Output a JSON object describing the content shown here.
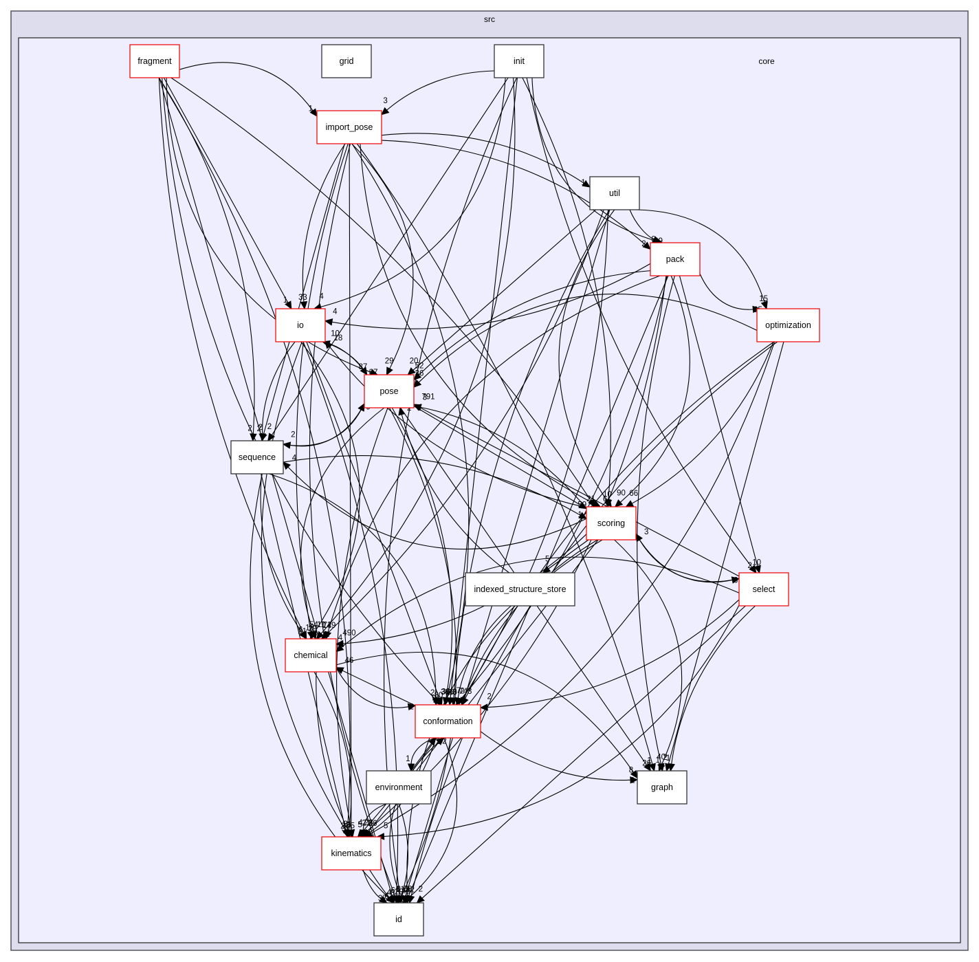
{
  "clusters": {
    "outer_label": "src",
    "inner_label": "core"
  },
  "nodes": [
    {
      "id": "fragment",
      "label": "fragment",
      "has_subdirs": true
    },
    {
      "id": "grid",
      "label": "grid",
      "has_subdirs": false
    },
    {
      "id": "init",
      "label": "init",
      "has_subdirs": false
    },
    {
      "id": "import_pose",
      "label": "import_pose",
      "has_subdirs": true
    },
    {
      "id": "util",
      "label": "util",
      "has_subdirs": false
    },
    {
      "id": "pack",
      "label": "pack",
      "has_subdirs": true
    },
    {
      "id": "optimization",
      "label": "optimization",
      "has_subdirs": true
    },
    {
      "id": "io",
      "label": "io",
      "has_subdirs": true
    },
    {
      "id": "pose",
      "label": "pose",
      "has_subdirs": true
    },
    {
      "id": "sequence",
      "label": "sequence",
      "has_subdirs": false
    },
    {
      "id": "scoring",
      "label": "scoring",
      "has_subdirs": true
    },
    {
      "id": "indexed_structure_store",
      "label": "indexed_structure_store",
      "has_subdirs": false
    },
    {
      "id": "select",
      "label": "select",
      "has_subdirs": true
    },
    {
      "id": "chemical",
      "label": "chemical",
      "has_subdirs": true
    },
    {
      "id": "conformation",
      "label": "conformation",
      "has_subdirs": true
    },
    {
      "id": "environment",
      "label": "environment",
      "has_subdirs": false
    },
    {
      "id": "graph",
      "label": "graph",
      "has_subdirs": false
    },
    {
      "id": "kinematics",
      "label": "kinematics",
      "has_subdirs": true
    },
    {
      "id": "id",
      "label": "id",
      "has_subdirs": false
    }
  ],
  "edges": [
    {
      "from": "fragment",
      "to": "import_pose",
      "label": "1"
    },
    {
      "from": "fragment",
      "to": "io",
      "label": "1"
    },
    {
      "from": "fragment",
      "to": "pose",
      "label": "87"
    },
    {
      "from": "fragment",
      "to": "sequence",
      "label": "2"
    },
    {
      "from": "fragment",
      "to": "chemical",
      "label": "6"
    },
    {
      "from": "fragment",
      "to": "kinematics",
      "label": "1"
    },
    {
      "from": "fragment",
      "to": "id",
      "label": "4"
    },
    {
      "from": "fragment",
      "to": "conformation",
      "label": "9"
    },
    {
      "from": "fragment",
      "to": "scoring",
      "label": "21"
    },
    {
      "from": "init",
      "to": "import_pose",
      "label": "3"
    },
    {
      "from": "init",
      "to": "io",
      "label": "4"
    },
    {
      "from": "init",
      "to": "sequence",
      "label": "2"
    },
    {
      "from": "init",
      "to": "pack",
      "label": "29"
    },
    {
      "from": "init",
      "to": "scoring",
      "label": "10"
    },
    {
      "from": "init",
      "to": "select",
      "label": "2"
    },
    {
      "from": "init",
      "to": "chemical",
      "label": "11"
    },
    {
      "from": "init",
      "to": "conformation",
      "label": "16"
    },
    {
      "from": "init",
      "to": "id",
      "label": "29"
    },
    {
      "from": "import_pose",
      "to": "util",
      "label": "1"
    },
    {
      "from": "import_pose",
      "to": "io",
      "label": "33"
    },
    {
      "from": "import_pose",
      "to": "pose",
      "label": "29"
    },
    {
      "from": "import_pose",
      "to": "sequence",
      "label": "2"
    },
    {
      "from": "import_pose",
      "to": "scoring",
      "label": "4"
    },
    {
      "from": "import_pose",
      "to": "pack",
      "label": "2"
    },
    {
      "from": "import_pose",
      "to": "chemical",
      "label": "18"
    },
    {
      "from": "import_pose",
      "to": "conformation",
      "label": "36"
    },
    {
      "from": "import_pose",
      "to": "kinematics",
      "label": "2"
    },
    {
      "from": "import_pose",
      "to": "id",
      "label": "6"
    },
    {
      "from": "import_pose",
      "to": "graph",
      "label": "1"
    },
    {
      "from": "util",
      "to": "pack",
      "label": "8"
    },
    {
      "from": "util",
      "to": "optimization",
      "label": "15"
    },
    {
      "from": "util",
      "to": "pose",
      "label": "20"
    },
    {
      "from": "util",
      "to": "scoring",
      "label": "6"
    },
    {
      "from": "util",
      "to": "chemical",
      "label": "72"
    },
    {
      "from": "util",
      "to": "conformation",
      "label": "80"
    },
    {
      "from": "util",
      "to": "kinematics",
      "label": "4"
    },
    {
      "from": "util",
      "to": "id",
      "label": "12"
    },
    {
      "from": "pack",
      "to": "optimization",
      "label": "25"
    },
    {
      "from": "pack",
      "to": "io",
      "label": "4"
    },
    {
      "from": "pack",
      "to": "pose",
      "label": "52"
    },
    {
      "from": "pack",
      "to": "scoring",
      "label": "90"
    },
    {
      "from": "pack",
      "to": "select",
      "label": "10"
    },
    {
      "from": "pack",
      "to": "chemical",
      "label": "149"
    },
    {
      "from": "pack",
      "to": "conformation",
      "label": "7"
    },
    {
      "from": "pack",
      "to": "graph",
      "label": "1"
    },
    {
      "from": "pack",
      "to": "kinematics",
      "label": "2"
    },
    {
      "from": "pack",
      "to": "id",
      "label": "56"
    },
    {
      "from": "optimization",
      "to": "pose",
      "label": "36"
    },
    {
      "from": "optimization",
      "to": "scoring",
      "label": "66"
    },
    {
      "from": "optimization",
      "to": "conformation",
      "label": "2"
    },
    {
      "from": "optimization",
      "to": "kinematics",
      "label": "26"
    },
    {
      "from": "optimization",
      "to": "graph",
      "label": "2"
    },
    {
      "from": "optimization",
      "to": "id",
      "label": "42"
    },
    {
      "from": "io",
      "to": "pose",
      "label": "87"
    },
    {
      "from": "io",
      "to": "sequence",
      "label": "2"
    },
    {
      "from": "io",
      "to": "chemical",
      "label": "54"
    },
    {
      "from": "io",
      "to": "conformation",
      "label": "80"
    },
    {
      "from": "io",
      "to": "kinematics",
      "label": "3"
    },
    {
      "from": "io",
      "to": "id",
      "label": "6"
    },
    {
      "from": "pose",
      "to": "io",
      "label": "10"
    },
    {
      "from": "pose",
      "to": "sequence",
      "label": "2"
    },
    {
      "from": "pose",
      "to": "scoring",
      "label": "59"
    },
    {
      "from": "pose",
      "to": "chemical",
      "label": "29"
    },
    {
      "from": "pose",
      "to": "conformation",
      "label": "36"
    },
    {
      "from": "pose",
      "to": "kinematics",
      "label": "55"
    },
    {
      "from": "pose",
      "to": "id",
      "label": "8"
    },
    {
      "from": "pose",
      "to": "graph",
      "label": "26"
    },
    {
      "from": "sequence",
      "to": "pose",
      "label": "9"
    },
    {
      "from": "sequence",
      "to": "scoring",
      "label": "1"
    },
    {
      "from": "sequence",
      "to": "chemical",
      "label": "21"
    },
    {
      "from": "sequence",
      "to": "conformation",
      "label": "2"
    },
    {
      "from": "sequence",
      "to": "kinematics",
      "label": "2"
    },
    {
      "from": "sequence",
      "to": "id",
      "label": "5"
    },
    {
      "from": "scoring",
      "to": "io",
      "label": "18"
    },
    {
      "from": "scoring",
      "to": "pose",
      "label": "791"
    },
    {
      "from": "scoring",
      "to": "sequence",
      "label": "4"
    },
    {
      "from": "scoring",
      "to": "indexed_structure_store",
      "label": "5"
    },
    {
      "from": "scoring",
      "to": "select",
      "label": "6"
    },
    {
      "from": "scoring",
      "to": "chemical",
      "label": "490"
    },
    {
      "from": "scoring",
      "to": "conformation",
      "label": "743"
    },
    {
      "from": "scoring",
      "to": "graph",
      "label": "40"
    },
    {
      "from": "scoring",
      "to": "kinematics",
      "label": "28"
    },
    {
      "from": "scoring",
      "to": "id",
      "label": "43"
    },
    {
      "from": "indexed_structure_store",
      "to": "pose",
      "label": "2"
    },
    {
      "from": "indexed_structure_store",
      "to": "conformation",
      "label": "3"
    },
    {
      "from": "select",
      "to": "scoring",
      "label": "3"
    },
    {
      "from": "select",
      "to": "pose",
      "label": "3"
    },
    {
      "from": "select",
      "to": "chemical",
      "label": "4"
    },
    {
      "from": "select",
      "to": "conformation",
      "label": "2"
    },
    {
      "from": "select",
      "to": "graph",
      "label": "1"
    },
    {
      "from": "select",
      "to": "kinematics",
      "label": "5"
    },
    {
      "from": "select",
      "to": "id",
      "label": "2"
    },
    {
      "from": "chemical",
      "to": "conformation",
      "label": "2"
    },
    {
      "from": "chemical",
      "to": "kinematics",
      "label": "31"
    },
    {
      "from": "chemical",
      "to": "id",
      "label": "4"
    },
    {
      "from": "chemical",
      "to": "graph",
      "label": "8"
    },
    {
      "from": "conformation",
      "to": "chemical",
      "label": "46"
    },
    {
      "from": "conformation",
      "to": "environment",
      "label": "1"
    },
    {
      "from": "conformation",
      "to": "kinematics",
      "label": "7"
    },
    {
      "from": "conformation",
      "to": "graph",
      "label": "1"
    },
    {
      "from": "conformation",
      "to": "id",
      "label": "1"
    },
    {
      "from": "environment",
      "to": "conformation",
      "label": "2"
    },
    {
      "from": "environment",
      "to": "kinematics",
      "label": "5"
    },
    {
      "from": "environment",
      "to": "id",
      "label": "1"
    },
    {
      "from": "kinematics",
      "to": "id",
      "label": "37"
    },
    {
      "from": "id",
      "to": "conformation",
      "label": "2"
    }
  ]
}
